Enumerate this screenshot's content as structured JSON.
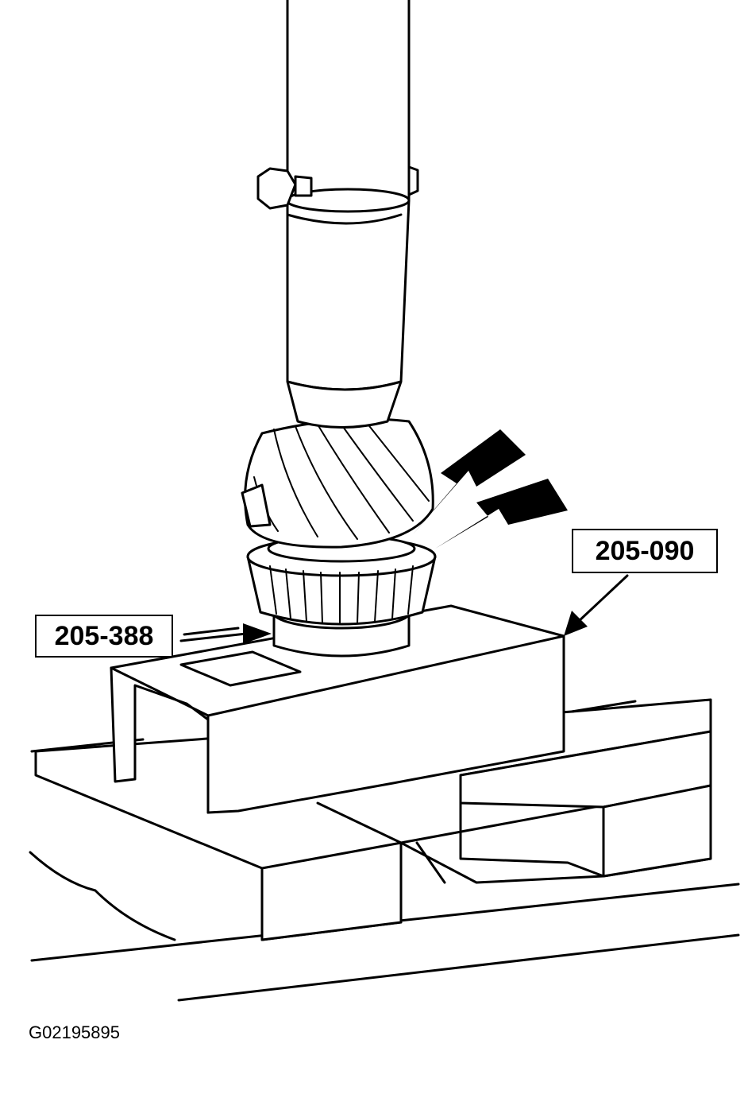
{
  "labels": {
    "tool_a": "205-388",
    "tool_b": "205-090"
  },
  "figure_id": "G02195895",
  "colors": {
    "ink": "#000000",
    "paper": "#ffffff"
  }
}
